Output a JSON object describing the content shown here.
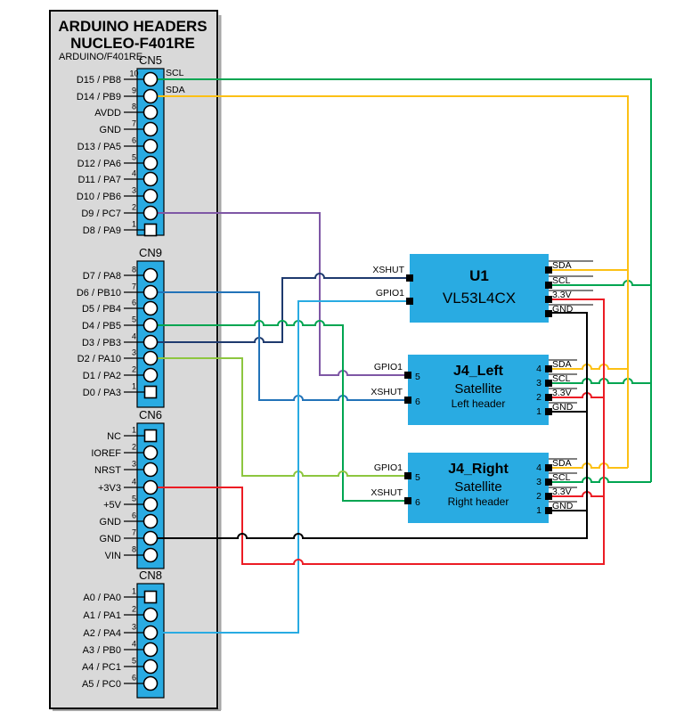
{
  "panel": {
    "title_line1": "ARDUINO HEADERS",
    "title_line2": "NUCLEO-F401RE",
    "subtitle": "ARDUINO/F401RE"
  },
  "colors": {
    "panel_bg": "#d9d9d9",
    "panel_shadow": "#a6a6a6",
    "block": "#29abe2",
    "green": "#00a551",
    "yellow": "#fcc015",
    "purple": "#7e57a5",
    "navy": "#1e3a6e",
    "blue": "#2273b8",
    "lime": "#8dc63f",
    "cyan": "#29abe2",
    "red": "#ec1c24",
    "black": "#000000"
  },
  "connectors": {
    "cn5": {
      "name": "CN5",
      "pins": [
        {
          "label": "D15 / PB8",
          "number": "10",
          "signal": "SCL"
        },
        {
          "label": "D14 / PB9",
          "number": "9",
          "signal": "SDA"
        },
        {
          "label": "AVDD",
          "number": "8"
        },
        {
          "label": "GND",
          "number": "7"
        },
        {
          "label": "D13 / PA5",
          "number": "6"
        },
        {
          "label": "D12 / PA6",
          "number": "5"
        },
        {
          "label": "D11 / PA7",
          "number": "4"
        },
        {
          "label": "D10 / PB6",
          "number": "3"
        },
        {
          "label": "D9 / PC7",
          "number": "2"
        },
        {
          "label": "D8 / PA9",
          "number": "1"
        }
      ]
    },
    "cn9": {
      "name": "CN9",
      "pins": [
        {
          "label": "D7 / PA8",
          "number": "8"
        },
        {
          "label": "D6 / PB10",
          "number": "7"
        },
        {
          "label": "D5 / PB4",
          "number": "6"
        },
        {
          "label": "D4 / PB5",
          "number": "5"
        },
        {
          "label": "D3 / PB3",
          "number": "4"
        },
        {
          "label": "D2 / PA10",
          "number": "3"
        },
        {
          "label": "D1 / PA2",
          "number": "2"
        },
        {
          "label": "D0 / PA3",
          "number": "1"
        }
      ]
    },
    "cn6": {
      "name": "CN6",
      "pins": [
        {
          "label": "NC",
          "number": "1"
        },
        {
          "label": "IOREF",
          "number": "2"
        },
        {
          "label": "NRST",
          "number": "3"
        },
        {
          "label": "+3V3",
          "number": "4"
        },
        {
          "label": "+5V",
          "number": "5"
        },
        {
          "label": "GND",
          "number": "6"
        },
        {
          "label": "GND",
          "number": "7"
        },
        {
          "label": "VIN",
          "number": "8"
        }
      ]
    },
    "cn8": {
      "name": "CN8",
      "pins": [
        {
          "label": "A0 / PA0",
          "number": "1"
        },
        {
          "label": "A1 / PA1",
          "number": "2"
        },
        {
          "label": "A2 / PA4",
          "number": "3"
        },
        {
          "label": "A3 / PB0",
          "number": "4"
        },
        {
          "label": "A4 / PC1",
          "number": "5"
        },
        {
          "label": "A5 / PC0",
          "number": "6"
        }
      ]
    }
  },
  "modules": {
    "u1": {
      "ref": "U1",
      "name": "VL53L4CX",
      "left_pins": [
        {
          "name": "XSHUT"
        },
        {
          "name": "GPIO1"
        }
      ],
      "right_pins": [
        {
          "name": "SDA"
        },
        {
          "name": "SCL"
        },
        {
          "name": "3.3V"
        },
        {
          "name": "GND"
        }
      ]
    },
    "j4_left": {
      "ref": "J4_Left",
      "name": "Satellite",
      "subtitle": "Left header",
      "left_pins": [
        {
          "name": "GPIO1",
          "number": "5"
        },
        {
          "name": "XSHUT",
          "number": "6"
        }
      ],
      "right_pins": [
        {
          "name": "SDA",
          "number": "4"
        },
        {
          "name": "SCL",
          "number": "3"
        },
        {
          "name": "3.3V",
          "number": "2"
        },
        {
          "name": "GND",
          "number": "1"
        }
      ]
    },
    "j4_right": {
      "ref": "J4_Right",
      "name": "Satellite",
      "subtitle": "Right header",
      "left_pins": [
        {
          "name": "GPIO1",
          "number": "5"
        },
        {
          "name": "XSHUT",
          "number": "6"
        }
      ],
      "right_pins": [
        {
          "name": "SDA",
          "number": "4"
        },
        {
          "name": "SCL",
          "number": "3"
        },
        {
          "name": "3.3V",
          "number": "2"
        },
        {
          "name": "GND",
          "number": "1"
        }
      ]
    }
  }
}
